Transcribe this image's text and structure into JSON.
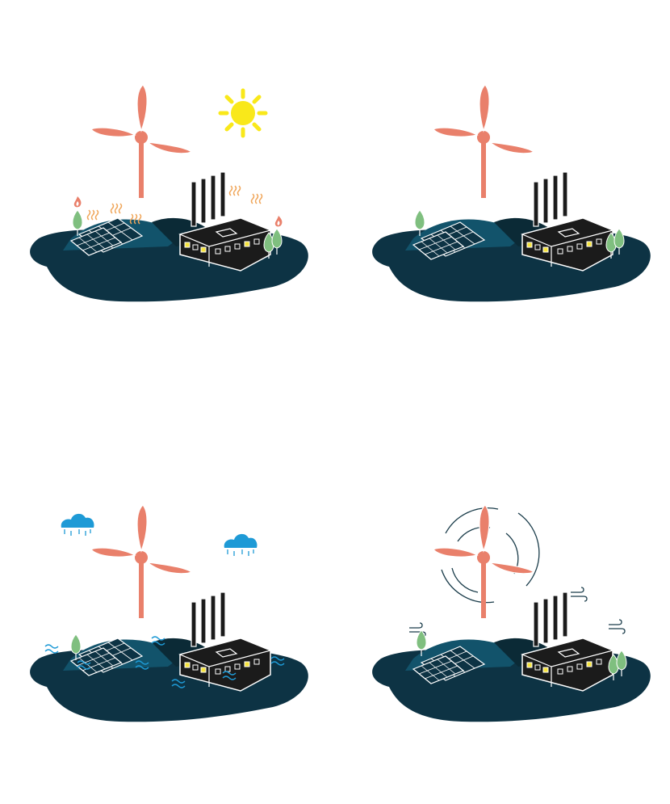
{
  "colors": {
    "ground": "#0d3344",
    "hill": "#12536b",
    "hill_dark": "#0b2a36",
    "turbine": "#e9806b",
    "factory": "#1b1b1b",
    "window_lit": "#f6e33a",
    "tree": "#7fbf7f",
    "tree_dark": "#4d9a5a",
    "sun": "#f9e81a",
    "heat": "#f0a65a",
    "flame": "#e9806b",
    "rain": "#1e9ad6",
    "wind": "#1a3c4a",
    "panel_stroke": "#ffffff"
  },
  "scenes": [
    {
      "id": "heat",
      "condition": "heatwave",
      "icons": [
        "wind-turbine-icon",
        "sun-icon",
        "solar-panel-icon",
        "factory-icon",
        "heat-wave-icon",
        "fire-icon",
        "tree-icon"
      ]
    },
    {
      "id": "calm",
      "condition": "calm",
      "icons": [
        "wind-turbine-icon",
        "solar-panel-icon",
        "factory-icon",
        "tree-icon"
      ]
    },
    {
      "id": "rain",
      "condition": "flood",
      "icons": [
        "wind-turbine-icon",
        "rain-cloud-icon",
        "solar-panel-icon",
        "factory-icon",
        "water-wave-icon",
        "tree-icon"
      ]
    },
    {
      "id": "wind",
      "condition": "storm",
      "icons": [
        "wind-turbine-icon",
        "storm-wind-icon",
        "solar-panel-icon",
        "factory-icon",
        "gust-icon",
        "tree-icon"
      ]
    }
  ]
}
